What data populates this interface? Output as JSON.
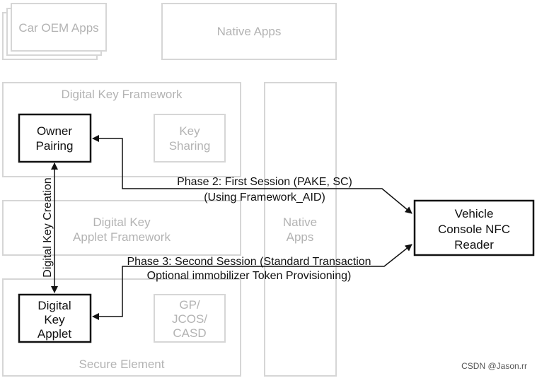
{
  "layers": {
    "car_oem_apps": "Car OEM Apps",
    "native_apps_top": "Native Apps",
    "digital_key_framework": "Digital Key Framework",
    "applet_framework": [
      "Digital Key",
      "Applet Framework"
    ],
    "native_apps_side": [
      "Native",
      "Apps"
    ],
    "secure_element": "Secure Element"
  },
  "components": {
    "owner_pairing": [
      "Owner",
      "Pairing"
    ],
    "key_sharing": [
      "Key",
      "Sharing"
    ],
    "digital_key_applet": [
      "Digital",
      "Key",
      "Applet"
    ],
    "gp_jcos_casd": [
      "GP/",
      "JCOS/",
      "CASD"
    ],
    "vehicle_reader": [
      "Vehicle",
      "Console NFC",
      "Reader"
    ]
  },
  "connections": {
    "key_creation": "Digital Key Creation",
    "phase2": [
      "Phase 2: First Session (PAKE, SC)",
      "(Using Framework_AID)"
    ],
    "phase3": [
      "Phase 3: Second Session (Standard Transaction",
      "Optional immobilizer Token Provisioning)"
    ]
  },
  "watermark": "CSDN @Jason.rr",
  "colors": {
    "muted_border": "#d6d6d6",
    "muted_text": "#b3b3b3",
    "active": "#111111"
  }
}
